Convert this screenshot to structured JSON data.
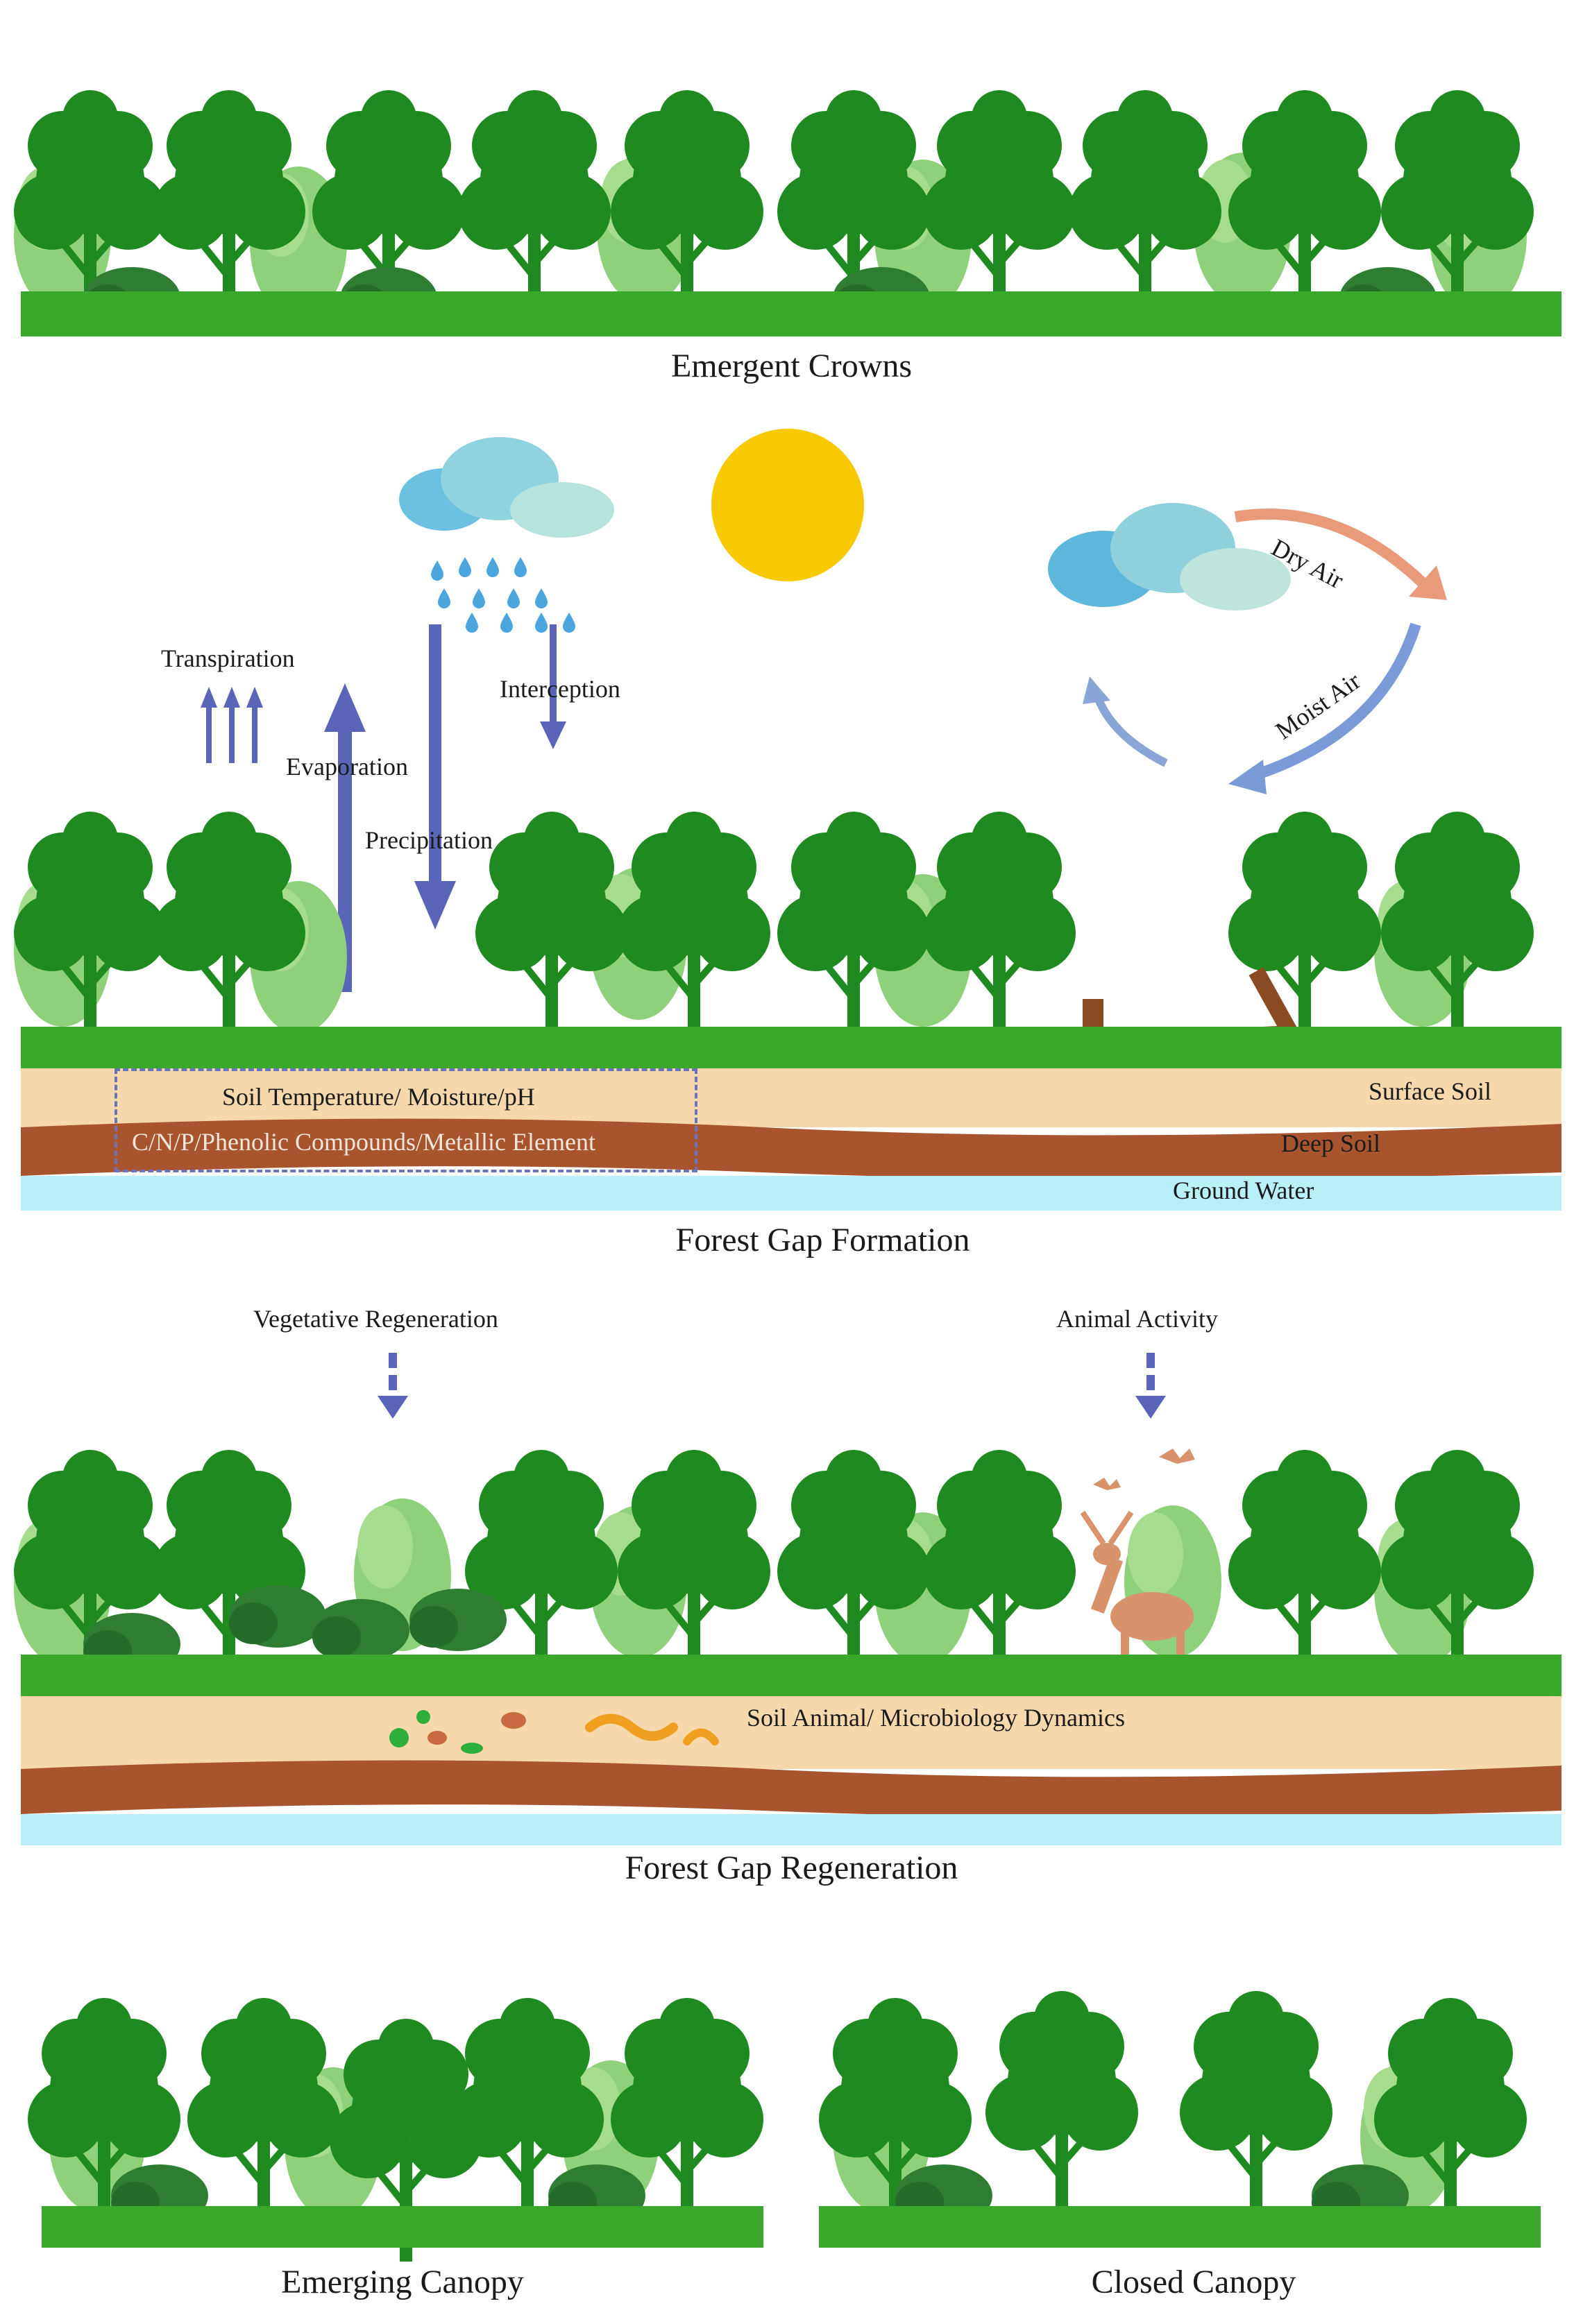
{
  "panels": {
    "emergent": {
      "caption": "Emergent Crowns"
    },
    "formation": {
      "caption": "Forest Gap Formation",
      "labels": {
        "transpiration": "Transpiration",
        "evaporation": "Evaporation",
        "precipitation": "Precipitation",
        "interception": "Interception",
        "dry_air": "Dry Air",
        "moist_air": "Moist Air",
        "soil_line1": "Soil Temperature/ Moisture/pH",
        "soil_line2": "C/N/P/Phenolic Compounds/Metallic Element",
        "surface_soil": "Surface Soil",
        "deep_soil": "Deep Soil",
        "ground_water": "Ground Water"
      }
    },
    "regeneration": {
      "caption": "Forest Gap Regeneration",
      "labels": {
        "vegetative": "Vegetative Regeneration",
        "animal": "Animal Activity",
        "soil_animal": "Soil Animal/ Microbiology Dynamics"
      }
    },
    "emerging": {
      "caption": "Emerging Canopy"
    },
    "closed": {
      "caption": "Closed Canopy"
    }
  },
  "colors": {
    "dark_tree": "#1f8a1f",
    "light_tree": "#8fd07a",
    "grass": "#3aa82a",
    "shrub": "#2e7d32",
    "surface_soil": "#f6d8ac",
    "deep_soil": "#a8552f",
    "ground_water": "#b9f0f7",
    "arrow_blue": "#5a64b8",
    "dry_air": "#e89a7a",
    "moist_air": "#7a9ad8",
    "sun": "#f8c800",
    "deer": "#d9936a"
  },
  "icons": [
    "tree-icon",
    "sun-icon",
    "cloud-icon",
    "rain-drop-icon",
    "log-icon",
    "deer-icon",
    "bird-icon",
    "worm-icon",
    "microbe-icon"
  ]
}
